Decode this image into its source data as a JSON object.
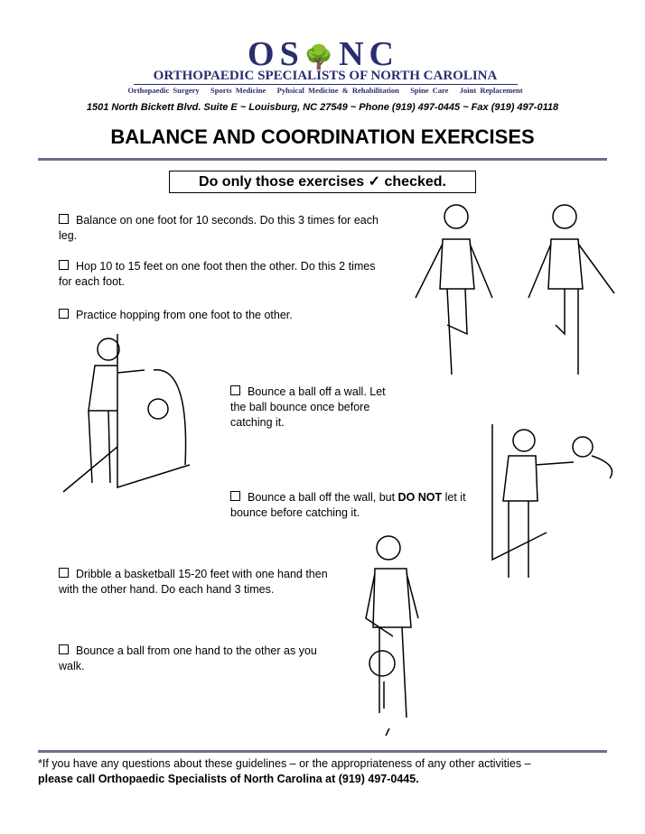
{
  "header": {
    "logo_text": "OSINC",
    "organization": "ORTHOPAEDIC SPECIALISTS OF NORTH CAROLINA",
    "services": [
      "Orthopaedic Surgery",
      "Sports Medicine",
      "Pyhsical Medicine & Rehabilitation",
      "Spine Care",
      "Joint Replacement"
    ],
    "address": "1501 North Bickett Blvd. Suite E ~ Louisburg, NC 27549 ~ Phone (919) 497-0445 ~ Fax (919) 497-0118"
  },
  "title": "BALANCE AND COORDINATION EXERCISES",
  "notice": "Do only those exercises ✓ checked.",
  "exercises": [
    {
      "text": "Balance on one foot for 10 seconds.  Do this 3 times for each leg."
    },
    {
      "text": "Hop 10 to 15 feet on one foot then the other.  Do this 2 times for each foot."
    },
    {
      "text": "Practice hopping from one foot to the other."
    },
    {
      "text": "Bounce a ball off a wall. Let the ball bounce once before catching it."
    },
    {
      "text_before": "Bounce a ball off the wall, but ",
      "text_bold": "DO NOT",
      "text_after": " let it bounce before catching it."
    },
    {
      "text": "Dribble a basketball 15-20 feet with one hand then with the other hand.  Do each hand 3 times."
    },
    {
      "text": "Bounce a ball from one hand to the other as you walk."
    }
  ],
  "footer": {
    "text": "*If you have any questions about these guidelines – or the appropriateness of any other activities –",
    "bold": "please call Orthopaedic Specialists of North Carolina at (919) 497-0445."
  }
}
